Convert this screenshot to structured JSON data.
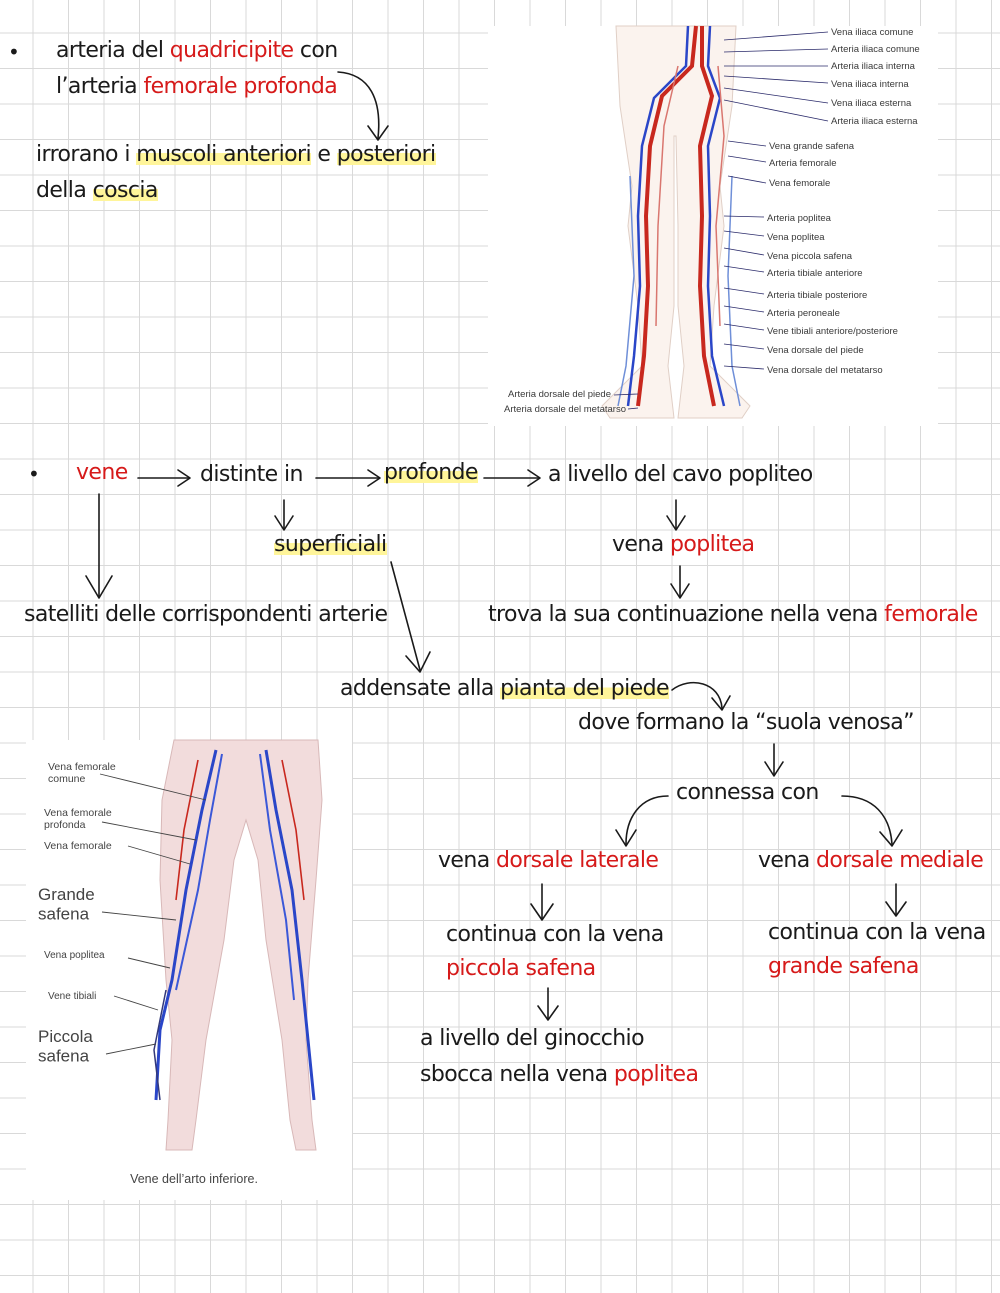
{
  "section1": {
    "line1": [
      "arteria del ",
      "quadricipite",
      " con"
    ],
    "line2": [
      "l’arteria ",
      "femorale profonda"
    ],
    "line3": [
      "irrorano i ",
      "muscoli anteriori",
      " e ",
      "posteriori"
    ],
    "line4": [
      "della ",
      "coscia"
    ]
  },
  "diagram_top": {
    "labels_right": [
      "Vena iliaca comune",
      "Arteria iliaca comune",
      "Arteria iliaca interna",
      "Vena iliaca interna",
      "Vena iliaca esterna",
      "Arteria iliaca esterna",
      "Vena grande safena",
      "Arteria femorale",
      "Vena femorale",
      "Arteria poplitea",
      "Vena poplitea",
      "Vena piccola safena",
      "Arteria tibiale anteriore",
      "Arteria tibiale posteriore",
      "Arteria peroneale",
      "Vene tibiali anteriore/posteriore",
      "Vena dorsale del piede",
      "Vena dorsale del metatarso"
    ],
    "labels_left": [
      "Arteria dorsale del piede",
      "Arteria dorsale del metatarso"
    ]
  },
  "section2": {
    "vene": "vene",
    "distinte": "distinte in",
    "profonde": "profonde",
    "cavo": "a livello del cavo popliteo",
    "superficiali": "superficiali",
    "vena_poplitea": [
      "vena ",
      "poplitea"
    ],
    "satelliti": "satelliti delle corrispondenti arterie",
    "trova": [
      "trova la sua continuazione nella vena ",
      "femorale"
    ],
    "addensate": [
      "addensate alla ",
      "pianta del piede"
    ],
    "dove": "dove formano la “suola venosa”",
    "connessa": "connessa con",
    "dorsale_lat": [
      "vena ",
      "dorsale laterale"
    ],
    "dorsale_med": [
      "vena ",
      "dorsale mediale"
    ],
    "continua1": "continua con la vena",
    "piccola": "piccola safena",
    "continua2": "continua con la vena",
    "grande": "grande safena",
    "ginocchio": "a livello del ginocchio",
    "sbocca": [
      "sbocca nella vena ",
      "poplitea"
    ]
  },
  "diagram_bottom": {
    "labels": [
      "Vena femorale comune",
      "Vena femorale profonda",
      "Vena femorale",
      "Grande safena",
      "Vena poplitea",
      "Vene tibiali",
      "Piccola safena"
    ],
    "caption": "Vene dell’arto inferiore."
  },
  "colors": {
    "accent_red": "#d61a1a",
    "highlight": "#fff59a",
    "vein_blue": "#2a46c8",
    "artery_red": "#c8281e"
  }
}
